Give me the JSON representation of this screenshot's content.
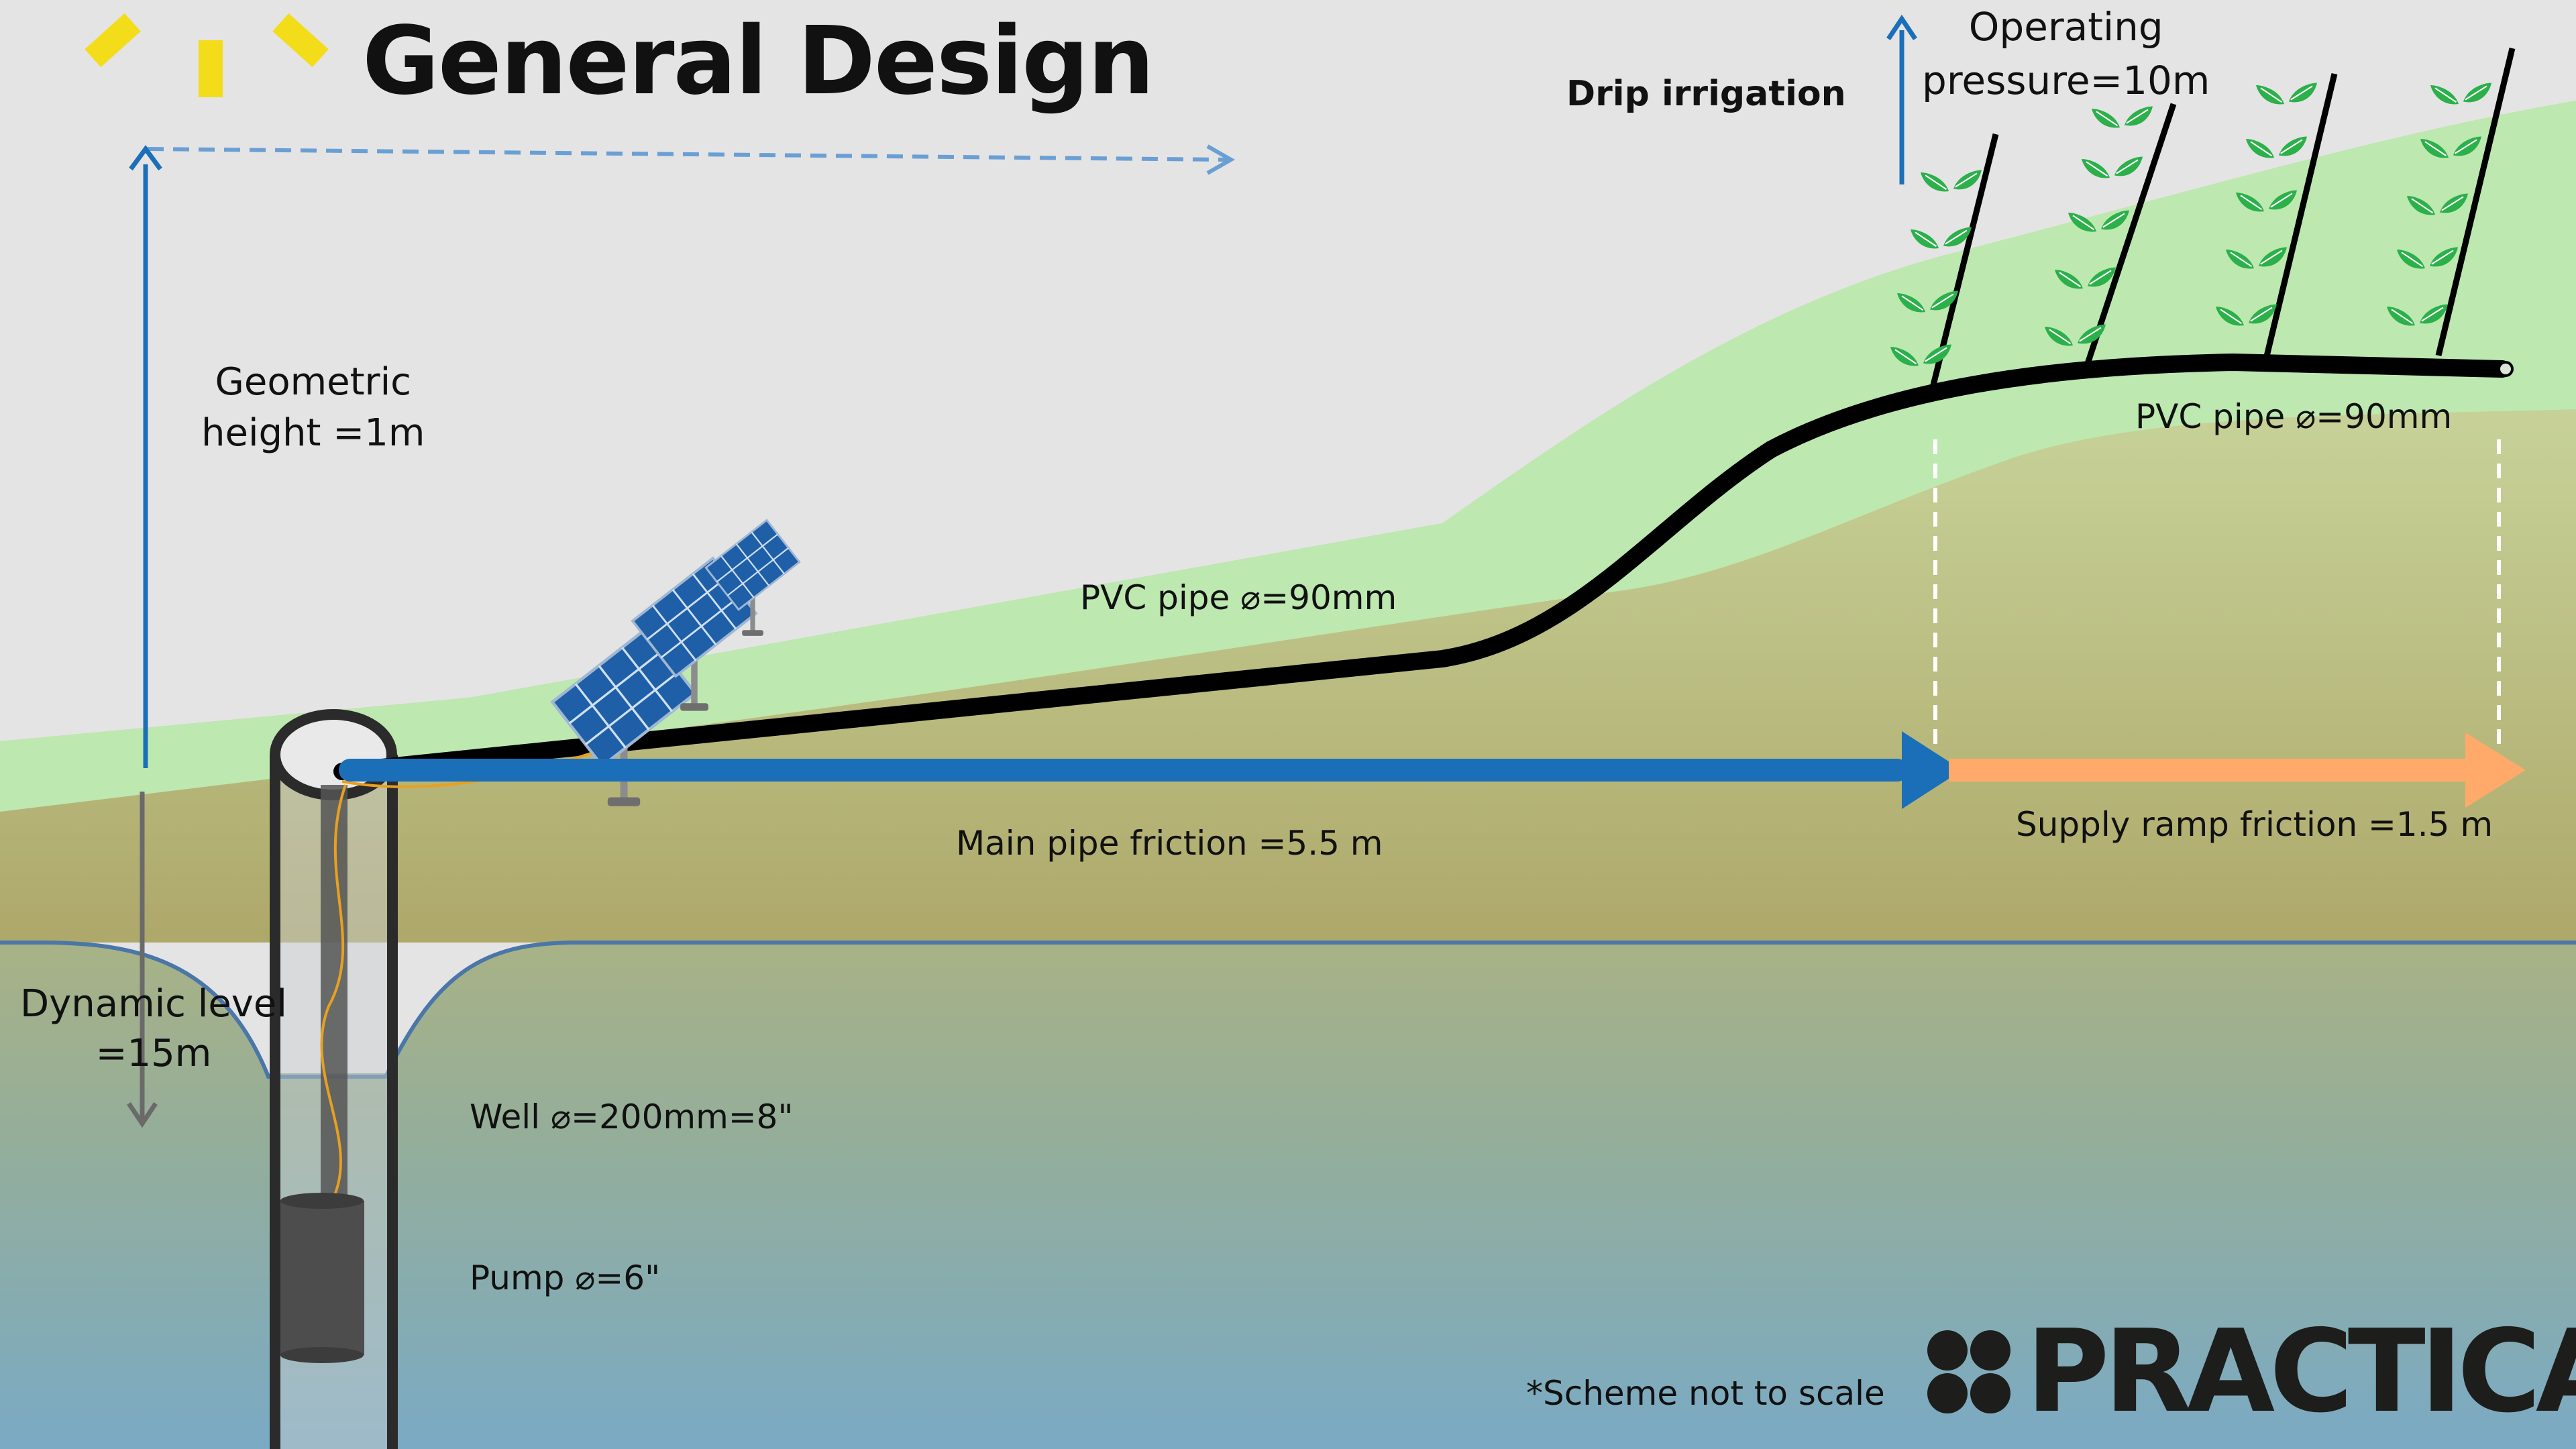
{
  "title": "General Design",
  "labels": {
    "drip_irrigation": "Drip irrigation",
    "operating_pressure_line1": "Operating",
    "operating_pressure_line2": "pressure=10m",
    "geometric_height_line1": "Geometric",
    "geometric_height_line2": "height =1m",
    "pvc_pipe_main": "PVC pipe ⌀=90mm",
    "pvc_pipe_field": "PVC pipe ⌀=90mm",
    "main_pipe_friction": "Main pipe friction =5.5 m",
    "supply_ramp_friction": "Supply ramp friction =1.5 m",
    "dynamic_level_line1": "Dynamic level",
    "dynamic_level_line2": "=15m",
    "well": "Well ⌀=200mm=8\"",
    "pump": "Pump ⌀=6\"",
    "scale_note": "*Scheme not to scale"
  },
  "brand": {
    "name": "PRACTICA"
  },
  "colors": {
    "background": "#e4e4e4",
    "slope_green": "#bde8b0",
    "arrow_blue": "#1b6fb8",
    "arrow_orange": "#ffaa6a",
    "pipe_black": "#000000",
    "leaf_green": "#2bb04a",
    "water_blue": "#7eacc4",
    "soil_olive": "#b0a86a"
  },
  "icons": [
    "sun-icon",
    "solar-panel-icon",
    "plant-leaf-icon",
    "practica-logo-icon"
  ]
}
